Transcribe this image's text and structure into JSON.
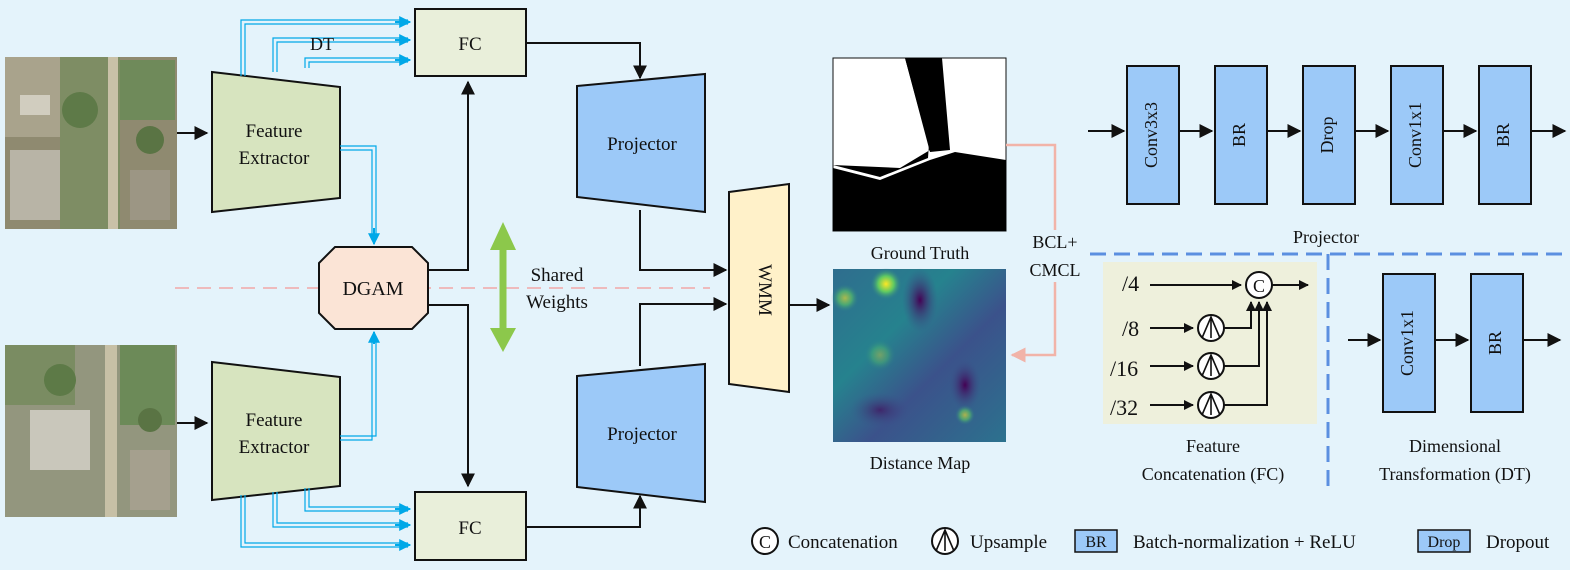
{
  "colors": {
    "background": "#e4f3fb",
    "feature_extractor": "#d7e4bf",
    "fc": "#e9efda",
    "projector": "#9cc9f8",
    "wmm": "#fff1c9",
    "dgam": "#fbe4d6",
    "shared_arrow": "#8cc84b",
    "dt_lines": "#00a8e8",
    "block_fill": "#9cc9f8",
    "divider": "#5b8fe0",
    "midline": "#f2a8a8",
    "loss_arrow": "#f1b3a8",
    "fc_panel": "#eef0dc"
  },
  "images": {
    "top_image": "satellite image (pre-change)",
    "bottom_image": "satellite image (post-change)",
    "ground_truth": "binary change mask",
    "distance_map": "viridis distance heatmap"
  },
  "blocks": {
    "feature_extractor_line1": "Feature",
    "feature_extractor_line2": "Extractor",
    "fc": "FC",
    "dt": "DT",
    "projector": "Projector",
    "dgam": "DGAM",
    "wmm": "WMM",
    "shared_line1": "Shared",
    "shared_line2": "Weights"
  },
  "outputs": {
    "ground_truth": "Ground Truth",
    "distance_map": "Distance Map",
    "loss_line1": "BCL+",
    "loss_line2": "CMCL"
  },
  "projector_detail": {
    "title": "Projector",
    "blocks": [
      "Conv3x3",
      "BR",
      "Drop",
      "Conv1x1",
      "BR"
    ]
  },
  "fc_detail": {
    "scales": [
      "/4",
      "/8",
      "/16",
      "/32"
    ],
    "concat_symbol": "C",
    "caption_line1": "Feature",
    "caption_line2": "Concatenation (FC)"
  },
  "dt_detail": {
    "blocks": [
      "Conv1x1",
      "BR"
    ],
    "caption_line1": "Dimensional",
    "caption_line2": "Transformation (DT)"
  },
  "legend": {
    "concat_symbol": "C",
    "concat_label": "Concatenation",
    "upsample_label": "Upsample",
    "br_box": "BR",
    "br_label": "Batch-normalization + ReLU",
    "drop_box": "Drop",
    "drop_label": "Dropout"
  }
}
